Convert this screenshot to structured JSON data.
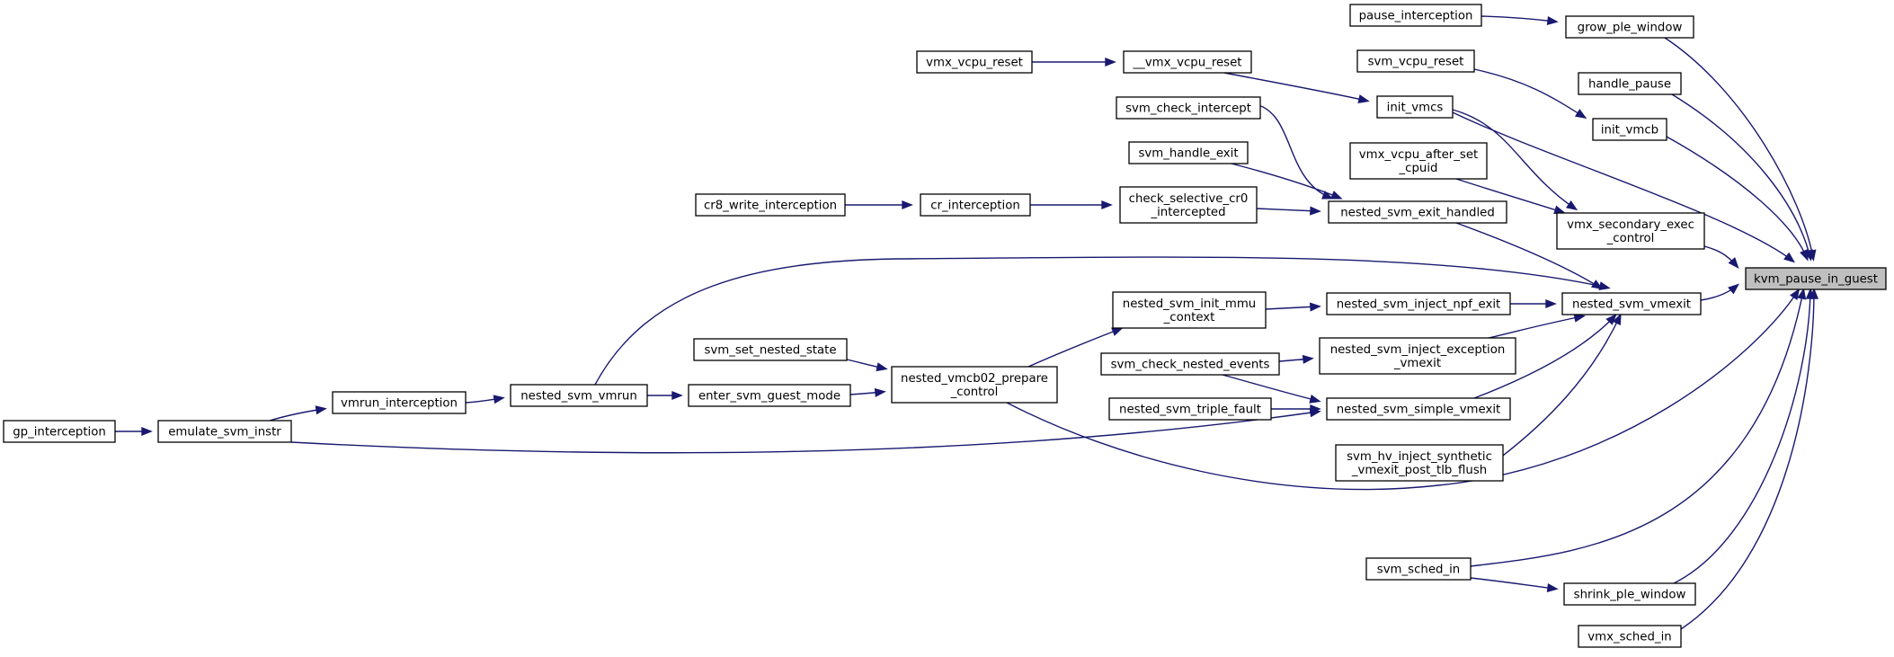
{
  "graph": {
    "accent_color": "#191970",
    "focus_fill": "#bfbfbf",
    "nodes": [
      {
        "id": "n_kvm",
        "lines": [
          "kvm_pause_in_guest"
        ],
        "focus": true
      },
      {
        "id": "n_pause_interception",
        "lines": [
          "pause_interception"
        ]
      },
      {
        "id": "n_grow_ple_window",
        "lines": [
          "grow_ple_window"
        ]
      },
      {
        "id": "n_vmx_vcpu_reset",
        "lines": [
          "vmx_vcpu_reset"
        ]
      },
      {
        "id": "n___vmx_vcpu_reset",
        "lines": [
          "__vmx_vcpu_reset"
        ]
      },
      {
        "id": "n_svm_vcpu_reset",
        "lines": [
          "svm_vcpu_reset"
        ]
      },
      {
        "id": "n_handle_pause",
        "lines": [
          "handle_pause"
        ]
      },
      {
        "id": "n_init_vmcs",
        "lines": [
          "init_vmcs"
        ]
      },
      {
        "id": "n_init_vmcb",
        "lines": [
          "init_vmcb"
        ]
      },
      {
        "id": "n_svm_check_intercept",
        "lines": [
          "svm_check_intercept"
        ]
      },
      {
        "id": "n_svm_handle_exit",
        "lines": [
          "svm_handle_exit"
        ]
      },
      {
        "id": "n_vmx_vcpu_after_set_cpuid",
        "lines": [
          "vmx_vcpu_after_set",
          "_cpuid"
        ]
      },
      {
        "id": "n_cr8_write_interception",
        "lines": [
          "cr8_write_interception"
        ]
      },
      {
        "id": "n_cr_interception",
        "lines": [
          "cr_interception"
        ]
      },
      {
        "id": "n_check_selective_cr0",
        "lines": [
          "check_selective_cr0",
          "_intercepted"
        ]
      },
      {
        "id": "n_nested_svm_exit_handled",
        "lines": [
          "nested_svm_exit_handled"
        ]
      },
      {
        "id": "n_vmx_secondary_exec_control",
        "lines": [
          "vmx_secondary_exec",
          "_control"
        ]
      },
      {
        "id": "n_nested_svm_vmexit",
        "lines": [
          "nested_svm_vmexit"
        ]
      },
      {
        "id": "n_nested_svm_init_mmu_context",
        "lines": [
          "nested_svm_init_mmu",
          "_context"
        ]
      },
      {
        "id": "n_nested_svm_inject_npf_exit",
        "lines": [
          "nested_svm_inject_npf_exit"
        ]
      },
      {
        "id": "n_svm_set_nested_state",
        "lines": [
          "svm_set_nested_state"
        ]
      },
      {
        "id": "n_nested_svm_inject_exception_vmexit",
        "lines": [
          "nested_svm_inject_exception",
          "_vmexit"
        ]
      },
      {
        "id": "n_svm_check_nested_events",
        "lines": [
          "svm_check_nested_events"
        ]
      },
      {
        "id": "n_vmrun_interception",
        "lines": [
          "vmrun_interception"
        ]
      },
      {
        "id": "n_nested_svm_vmrun",
        "lines": [
          "nested_svm_vmrun"
        ]
      },
      {
        "id": "n_enter_svm_guest_mode",
        "lines": [
          "enter_svm_guest_mode"
        ]
      },
      {
        "id": "n_nested_vmcb02_prepare_control",
        "lines": [
          "nested_vmcb02_prepare",
          "_control"
        ]
      },
      {
        "id": "n_nested_svm_triple_fault",
        "lines": [
          "nested_svm_triple_fault"
        ]
      },
      {
        "id": "n_nested_svm_simple_vmexit",
        "lines": [
          "nested_svm_simple_vmexit"
        ]
      },
      {
        "id": "n_gp_interception",
        "lines": [
          "gp_interception"
        ]
      },
      {
        "id": "n_emulate_svm_instr",
        "lines": [
          "emulate_svm_instr"
        ]
      },
      {
        "id": "n_svm_hv_inject_synthetic",
        "lines": [
          "svm_hv_inject_synthetic",
          "_vmexit_post_tlb_flush"
        ]
      },
      {
        "id": "n_svm_sched_in",
        "lines": [
          "svm_sched_in"
        ]
      },
      {
        "id": "n_shrink_ple_window",
        "lines": [
          "shrink_ple_window"
        ]
      },
      {
        "id": "n_vmx_sched_in",
        "lines": [
          "vmx_sched_in"
        ]
      }
    ],
    "edges": [
      [
        "n_pause_interception",
        "n_grow_ple_window"
      ],
      [
        "n_grow_ple_window",
        "n_kvm"
      ],
      [
        "n_vmx_vcpu_reset",
        "n___vmx_vcpu_reset"
      ],
      [
        "n___vmx_vcpu_reset",
        "n_init_vmcs"
      ],
      [
        "n_svm_vcpu_reset",
        "n_init_vmcb"
      ],
      [
        "n_handle_pause",
        "n_kvm"
      ],
      [
        "n_init_vmcb",
        "n_kvm"
      ],
      [
        "n_init_vmcs",
        "n_kvm"
      ],
      [
        "n_init_vmcs",
        "n_vmx_secondary_exec_control"
      ],
      [
        "n_svm_check_intercept",
        "n_nested_svm_exit_handled"
      ],
      [
        "n_svm_handle_exit",
        "n_nested_svm_exit_handled"
      ],
      [
        "n_vmx_vcpu_after_set_cpuid",
        "n_vmx_secondary_exec_control"
      ],
      [
        "n_cr8_write_interception",
        "n_cr_interception"
      ],
      [
        "n_cr_interception",
        "n_check_selective_cr0"
      ],
      [
        "n_check_selective_cr0",
        "n_nested_svm_exit_handled"
      ],
      [
        "n_vmx_secondary_exec_control",
        "n_kvm"
      ],
      [
        "n_nested_svm_exit_handled",
        "n_nested_svm_vmexit"
      ],
      [
        "n_nested_svm_vmexit",
        "n_kvm"
      ],
      [
        "n_nested_svm_vmrun",
        "n_nested_svm_vmexit"
      ],
      [
        "n_nested_svm_init_mmu_context",
        "n_nested_svm_inject_npf_exit"
      ],
      [
        "n_nested_svm_inject_npf_exit",
        "n_nested_svm_vmexit"
      ],
      [
        "n_nested_svm_inject_exception_vmexit",
        "n_nested_svm_vmexit"
      ],
      [
        "n_nested_svm_simple_vmexit",
        "n_nested_svm_vmexit"
      ],
      [
        "n_svm_hv_inject_synthetic",
        "n_nested_svm_vmexit"
      ],
      [
        "n_nested_vmcb02_prepare_control",
        "n_nested_svm_init_mmu_context"
      ],
      [
        "n_nested_vmcb02_prepare_control",
        "n_kvm"
      ],
      [
        "n_svm_set_nested_state",
        "n_nested_vmcb02_prepare_control"
      ],
      [
        "n_enter_svm_guest_mode",
        "n_nested_vmcb02_prepare_control"
      ],
      [
        "n_nested_svm_vmrun",
        "n_enter_svm_guest_mode"
      ],
      [
        "n_vmrun_interception",
        "n_nested_svm_vmrun"
      ],
      [
        "n_emulate_svm_instr",
        "n_vmrun_interception"
      ],
      [
        "n_gp_interception",
        "n_emulate_svm_instr"
      ],
      [
        "n_emulate_svm_instr",
        "n_nested_svm_simple_vmexit"
      ],
      [
        "n_svm_check_nested_events",
        "n_nested_svm_inject_exception_vmexit"
      ],
      [
        "n_svm_check_nested_events",
        "n_nested_svm_simple_vmexit"
      ],
      [
        "n_nested_svm_triple_fault",
        "n_nested_svm_simple_vmexit"
      ],
      [
        "n_svm_sched_in",
        "n_kvm"
      ],
      [
        "n_svm_sched_in",
        "n_shrink_ple_window"
      ],
      [
        "n_shrink_ple_window",
        "n_kvm"
      ],
      [
        "n_vmx_sched_in",
        "n_kvm"
      ]
    ]
  }
}
